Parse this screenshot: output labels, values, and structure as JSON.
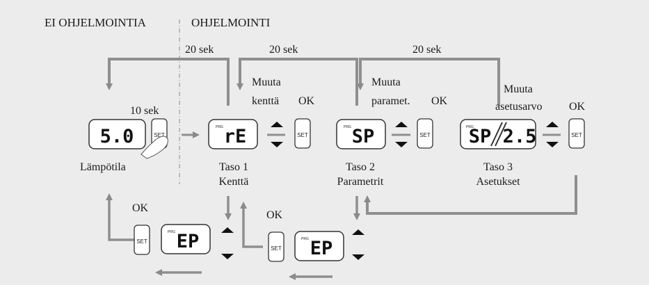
{
  "headers": {
    "no_prog": "EI OHJELMOINTIA",
    "prog": "OHJELMOINTI"
  },
  "timers": {
    "t20a": "20 sek",
    "t20b": "20 sek",
    "t20c": "20 sek",
    "t10": "10 sek"
  },
  "labels": {
    "temp": "Lämpötila",
    "level1_a": "Taso 1",
    "level1_b": "Kenttä",
    "level2_a": "Taso 2",
    "level2_b": "Parametrit",
    "level3_a": "Taso 3",
    "level3_b": "Asetukset"
  },
  "actions": {
    "muuta": "Muuta",
    "kentta": "kenttä",
    "paramet": "paramet.",
    "asetusarvo": "asetusarvo",
    "ok": "OK"
  },
  "displays": {
    "temp": "5.0",
    "rE": "rE",
    "SP": "SP",
    "SP3": "SP",
    "val": "2.5",
    "EP": "EP"
  },
  "buttons": {
    "set": "SET",
    "prg": "PRG"
  },
  "colors": {
    "background": "#ececec",
    "arrow": "#8a8a8a",
    "ink": "#1a1a1a"
  }
}
